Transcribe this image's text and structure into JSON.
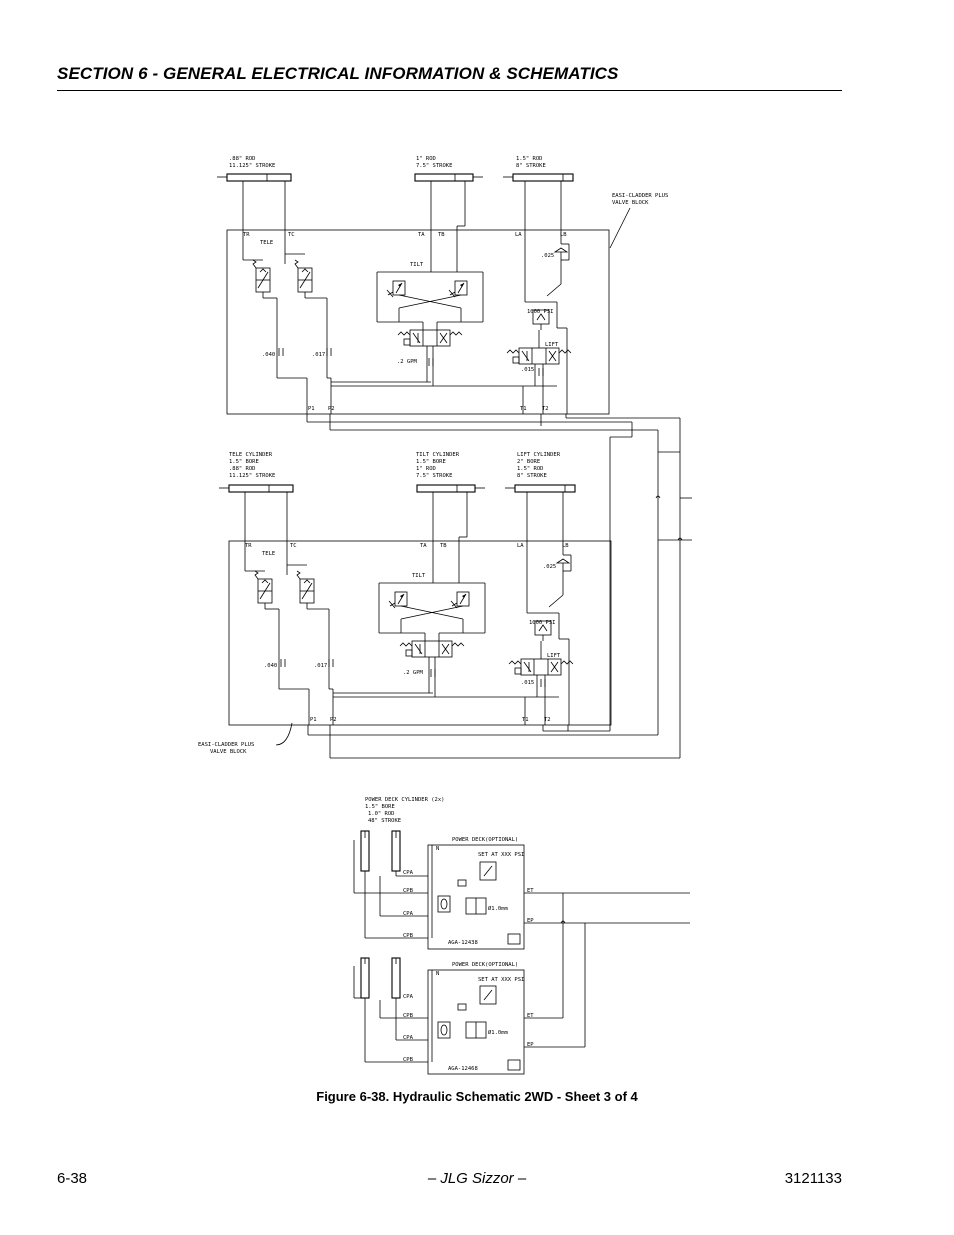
{
  "header": {
    "section_title": "SECTION 6 - GENERAL ELECTRICAL INFORMATION & SCHEMATICS"
  },
  "schematic": {
    "top": {
      "cyl_tele": [
        ".88\" ROD",
        "11.125\" STROKE"
      ],
      "cyl_tilt": [
        "1\" ROD",
        "7.5\" STROKE"
      ],
      "cyl_lift": [
        "1.5\" ROD",
        "8\" STROKE"
      ],
      "block_label": [
        "EASI-CLADDER PLUS",
        "VALVE BLOCK"
      ],
      "ports": {
        "tr": "TR",
        "tc": "TC",
        "ta": "TA",
        "tb": "TB",
        "la": "LA",
        "lb": "LB",
        "p1": "P1",
        "p2": "P2",
        "t1": "T1",
        "t2": "T2"
      },
      "tele": "TELE",
      "tilt": "TILT",
      "lift": "LIFT",
      "orifice_025": ".025",
      "relief": "1000 PSI",
      "gpm": ".2 GPM",
      "orifice_040": ".040",
      "orifice_017": ".017",
      "orifice_015": ".015"
    },
    "mid": {
      "cyl_tele": [
        "TELE CYLINDER",
        "1.5\" BORE",
        ".88\" ROD",
        "11.125\" STROKE"
      ],
      "cyl_tilt": [
        "TILT CYLINDER",
        "1.5\" BORE",
        "1\" ROD",
        "7.5\" STROKE"
      ],
      "cyl_lift": [
        "LIFT CYLINDER",
        "2\" BORE",
        "1.5\" ROD",
        "8\" STROKE"
      ],
      "block_label": [
        "EASI-CLADDER PLUS",
        "VALVE BLOCK"
      ],
      "ports": {
        "tr": "TR",
        "tc": "TC",
        "ta": "TA",
        "tb": "TB",
        "la": "LA",
        "lb": "LB",
        "p1": "P1",
        "p2": "P2",
        "t1": "T1",
        "t2": "T2"
      },
      "tele": "TELE",
      "tilt": "TILT",
      "lift": "LIFT",
      "orifice_025": ".025",
      "relief": "1000 PSI",
      "gpm": ".2 GPM",
      "orifice_040": ".040",
      "orifice_017": ".017",
      "orifice_015": ".015"
    },
    "power_deck": {
      "cyl_label": [
        "POWER DECK CYLINDER (2x)",
        "1.5\" BORE",
        "1.0\" ROD",
        "48\" STROKE"
      ],
      "block1": {
        "title": "POWER DECK(OPTIONAL)",
        "set": "SET AT XXX PSI",
        "part": "AGA-12438",
        "orifice": "Ø1.0mm"
      },
      "block2": {
        "title": "POWER DECK(OPTIONAL)",
        "set": "SET AT XXX PSI",
        "part": "AGA-12468",
        "orifice": "Ø1.0mm"
      },
      "ports": {
        "cpa": "CPA",
        "cpb": "CPB",
        "et": "ET",
        "ep": "EP",
        "n": "N"
      }
    }
  },
  "caption": "Figure 6-38.  Hydraulic Schematic 2WD - Sheet 3 of 4",
  "footer": {
    "page": "6-38",
    "product": "– JLG Sizzor –",
    "doc_number": "3121133"
  }
}
